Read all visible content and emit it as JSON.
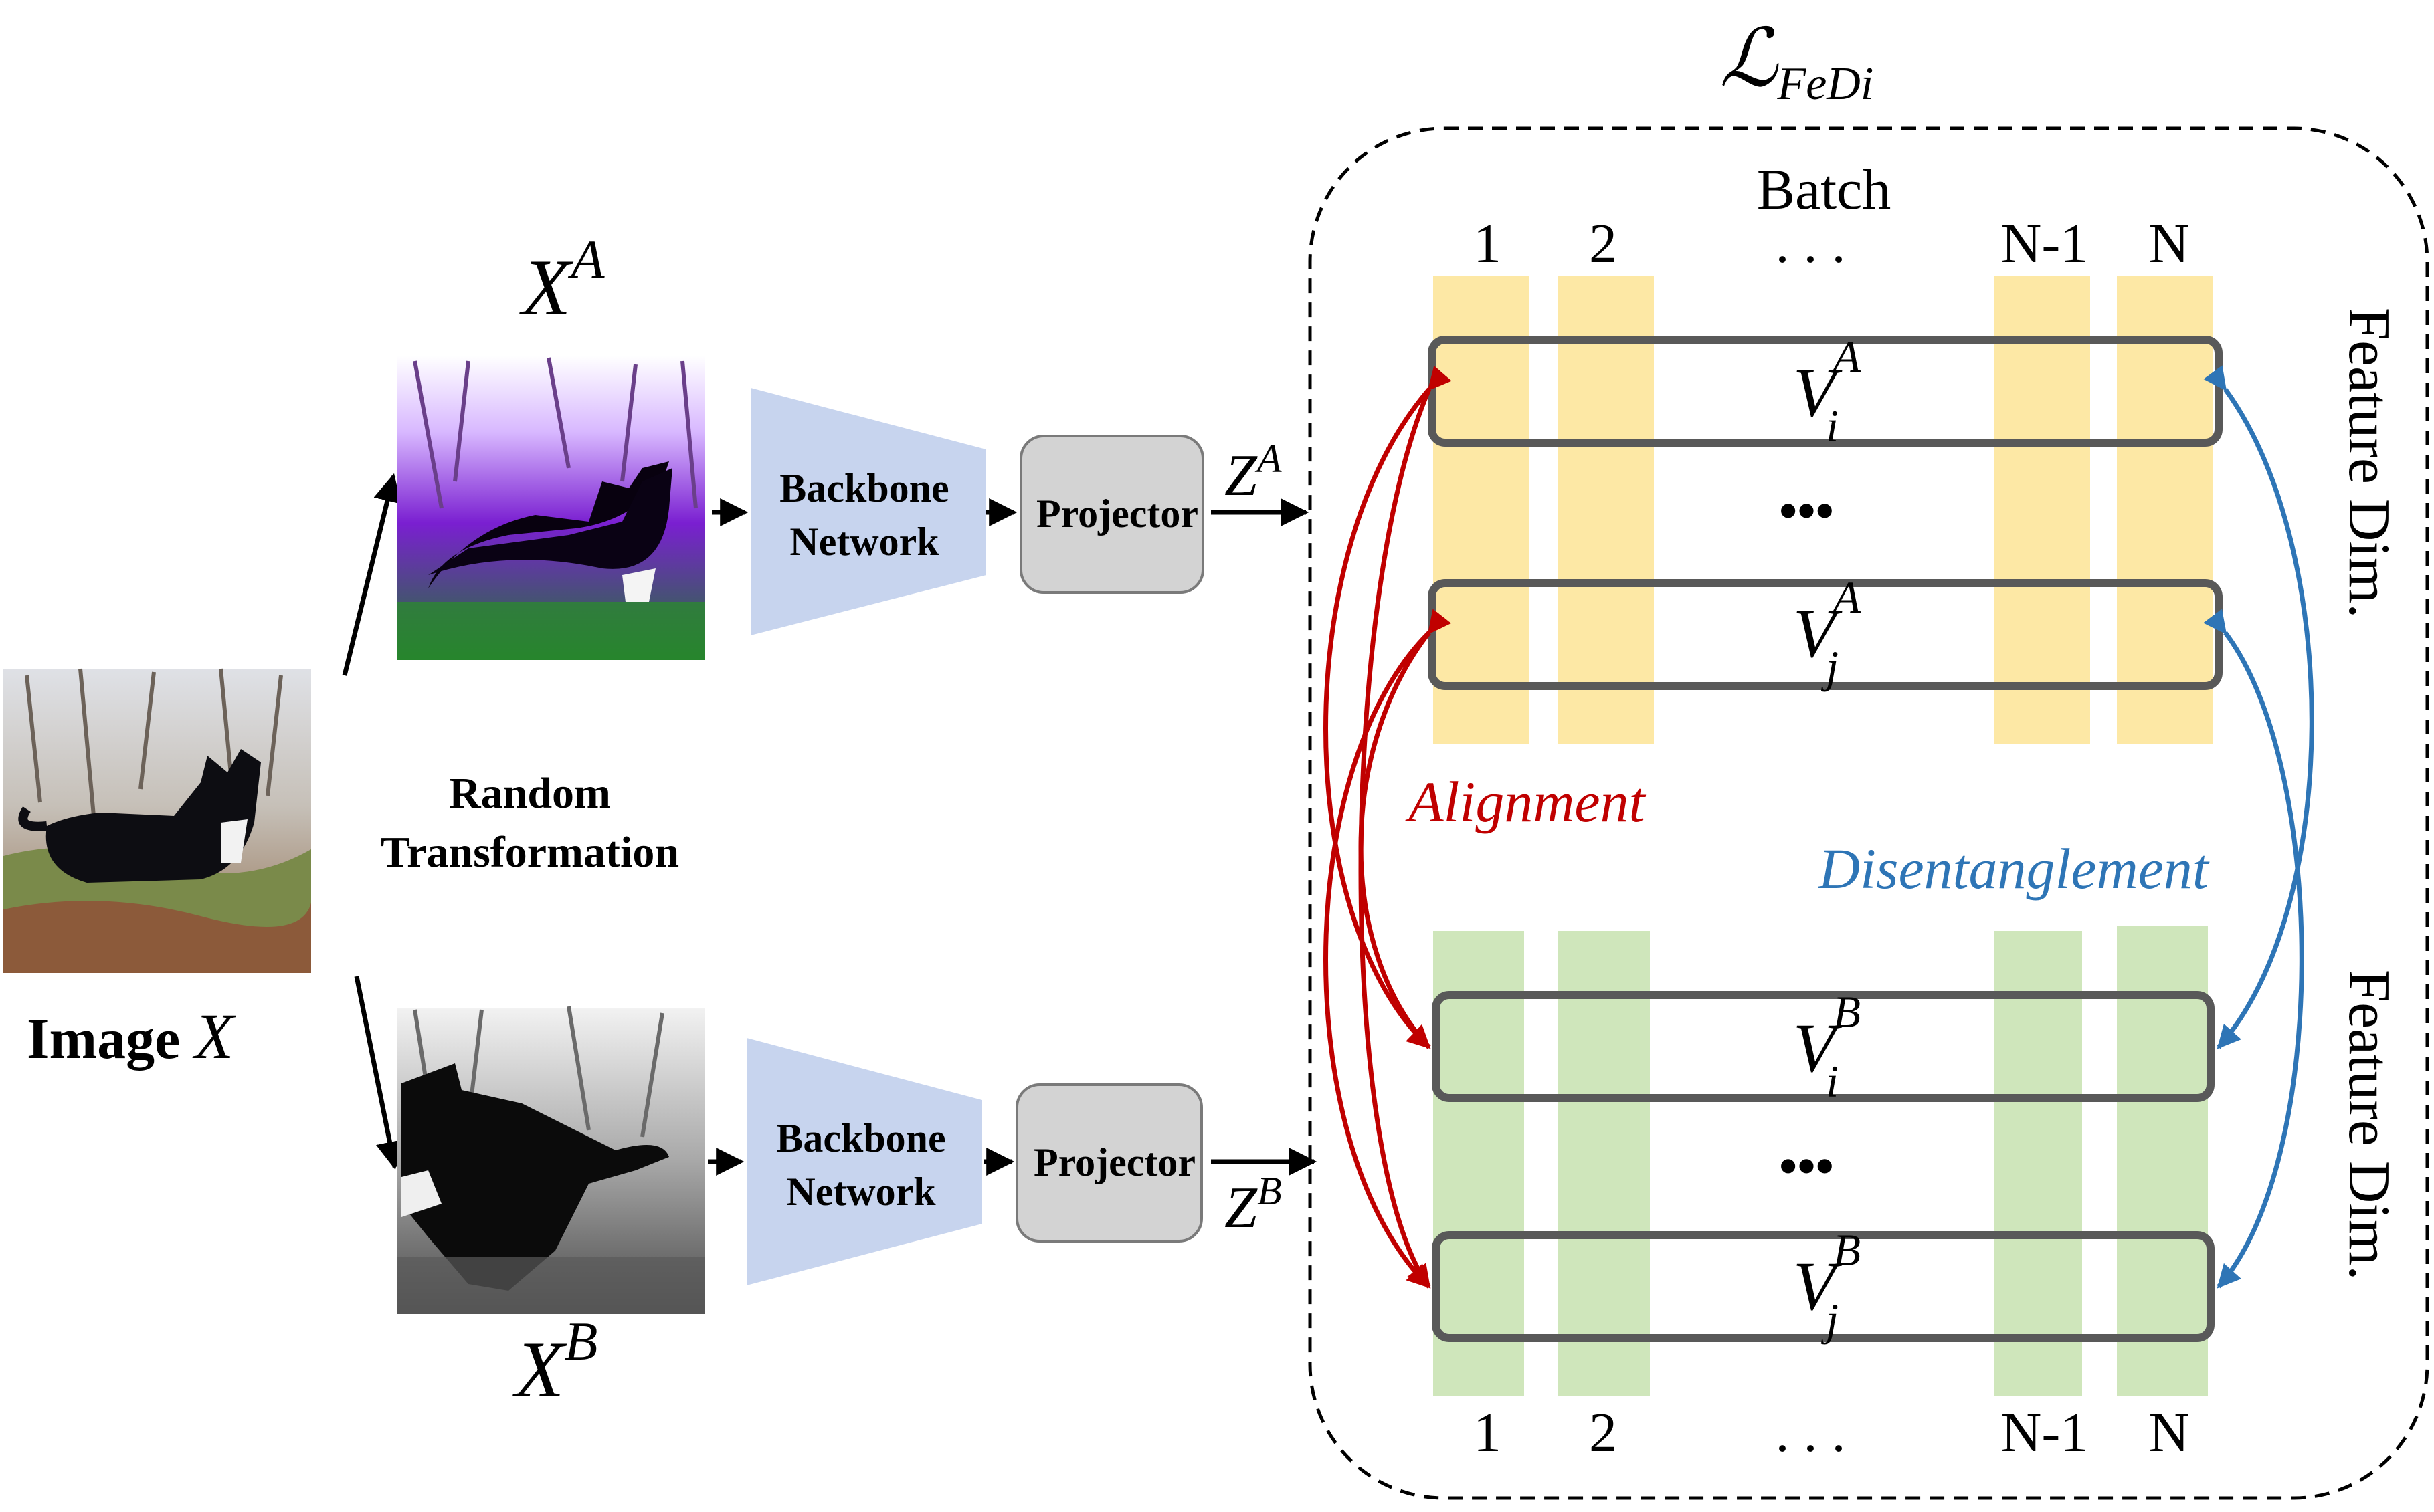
{
  "loss": {
    "symbol": "ℒ",
    "subscript": "FeDi"
  },
  "input": {
    "label_word": "Image",
    "label_var": "X",
    "transform_line1": "Random",
    "transform_line2": "Transformation"
  },
  "views": [
    {
      "var": "X",
      "sup": "A",
      "z_var": "Z",
      "z_sup": "A",
      "backbone_line1": "Backbone",
      "backbone_line2": "Network",
      "projector": "Projector",
      "photo_style": "purple-tinted cat photo"
    },
    {
      "var": "X",
      "sup": "B",
      "z_var": "Z",
      "z_sup": "B",
      "backbone_line1": "Backbone",
      "backbone_line2": "Network",
      "projector": "Projector",
      "photo_style": "grayscale cat photo"
    }
  ],
  "batch": {
    "title": "Batch",
    "columns": [
      "1",
      "2",
      ". . .",
      "N-1",
      "N"
    ]
  },
  "feature_dim_label": "Feature Dim.",
  "vectors": {
    "top": [
      {
        "var": "V",
        "sub": "i",
        "sup": "A"
      },
      {
        "var": "V",
        "sub": "j",
        "sup": "A"
      }
    ],
    "bottom": [
      {
        "var": "V",
        "sub": "i",
        "sup": "B"
      },
      {
        "var": "V",
        "sub": "j",
        "sup": "B"
      }
    ],
    "ellipsis": "•••"
  },
  "relations": {
    "alignment": "Alignment",
    "disentanglement": "Disentanglement"
  },
  "colors": {
    "backbone": "#c7d4ee",
    "projector": "#d3d3d3",
    "yellow_column": "#fde8a5",
    "green_column": "#cfe6bb",
    "vector_border": "#595959",
    "alignment": "#c00000",
    "disentanglement": "#2e75b6"
  }
}
